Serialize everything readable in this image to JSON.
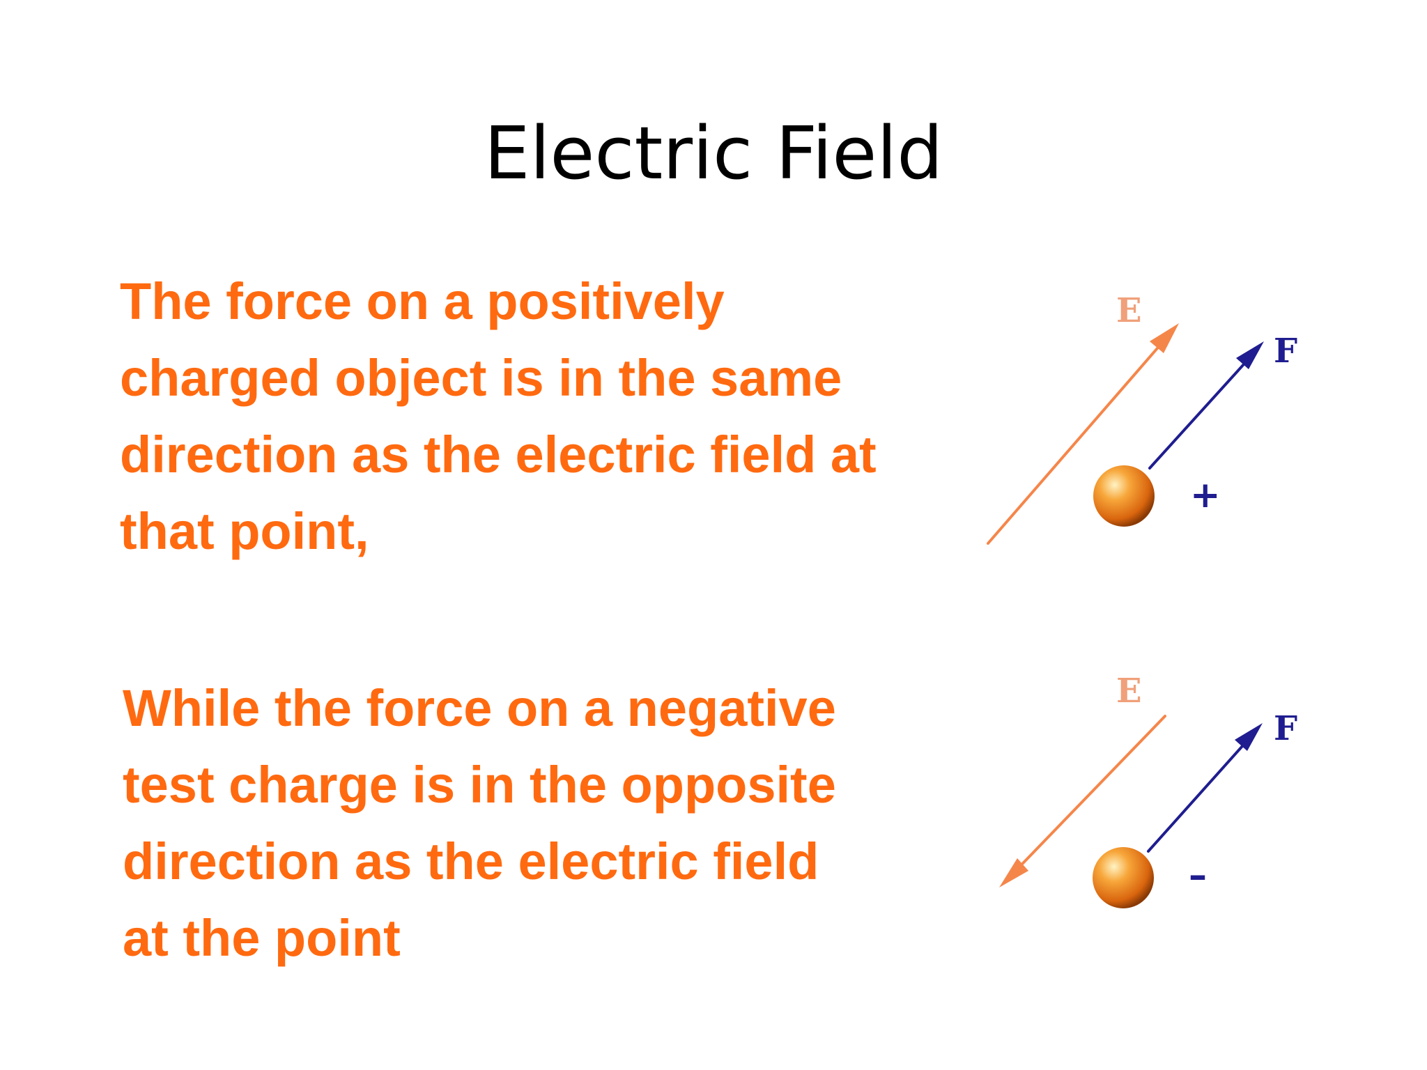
{
  "slide": {
    "title": "Electric Field",
    "paragraph1": {
      "lines": [
        "The force on a positively",
        "charged object is in the same",
        "direction as the electric field at",
        "that point,"
      ]
    },
    "paragraph2": {
      "lines": [
        "While the force on a negative",
        "test charge is in the opposite",
        "direction as the electric field",
        "at the point"
      ]
    }
  },
  "diagram_positive": {
    "field_label": "E",
    "force_label": "F",
    "charge_sign": "+"
  },
  "diagram_negative": {
    "field_label": "E",
    "force_label": "F",
    "charge_sign": "–"
  },
  "colors": {
    "text_accent": "#ff6a10",
    "field_arrow": "#f5864a",
    "force_arrow": "#1f1d8f",
    "charge_sphere": "#f28c1e"
  }
}
